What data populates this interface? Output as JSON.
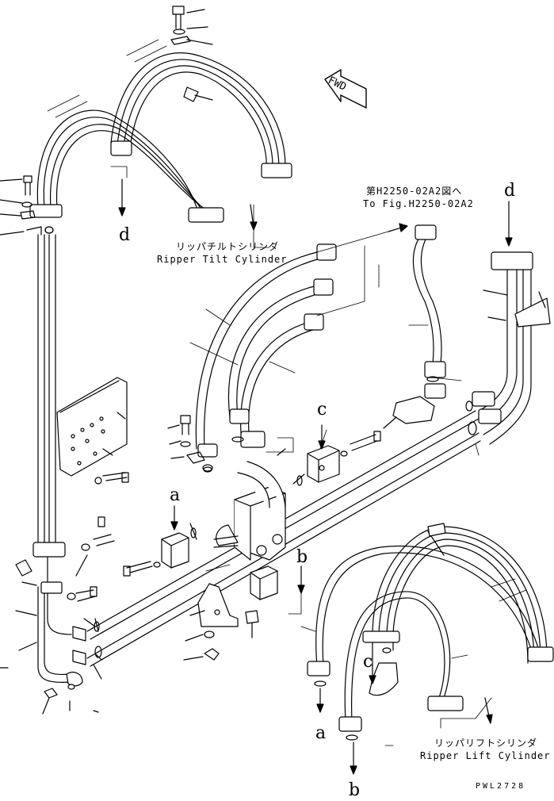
{
  "fwd": "FWD",
  "labels": {
    "d_top": "d",
    "d_right": "d",
    "c_mid": "c",
    "c_lower": "c",
    "a_left": "a",
    "a_bottom": "a",
    "b_mid": "b",
    "b_bottom": "b"
  },
  "refs": {
    "fig_jp": "第H2250-02A2図へ",
    "fig_en": "To Fig.H2250-02A2"
  },
  "captions": {
    "tilt_jp": "リッパチルトシリンダ",
    "tilt_en": "Ripper Tilt Cylinder",
    "lift_jp": "リッパリフトシリンダ",
    "lift_en": "Ripper Lift Cylinder"
  },
  "drawing_code": "PWL2728"
}
